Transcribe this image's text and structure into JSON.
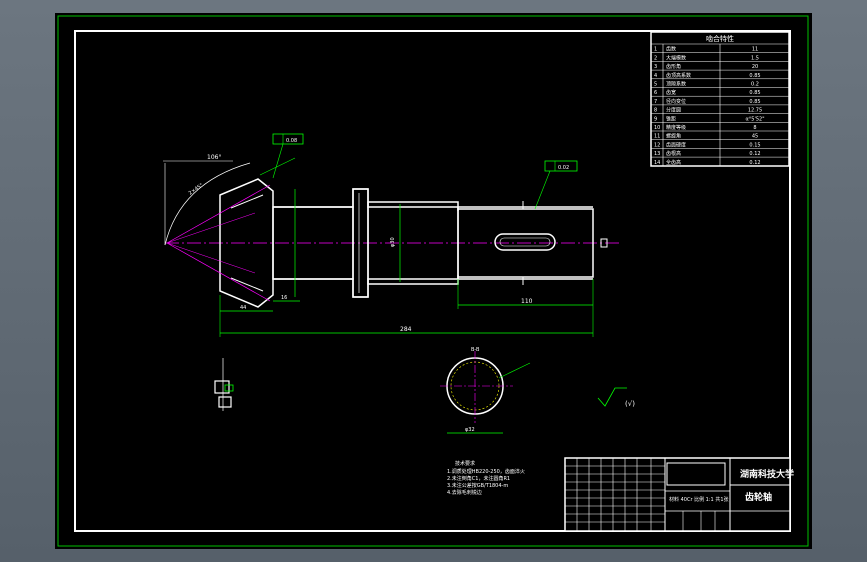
{
  "meshing_table": {
    "title": "啮合特性",
    "rows": [
      {
        "no": "1",
        "param": "齿数",
        "value": "11"
      },
      {
        "no": "2",
        "param": "大端模数",
        "value": "1.5"
      },
      {
        "no": "3",
        "param": "齿形角",
        "value": "20"
      },
      {
        "no": "4",
        "param": "齿顶高系数",
        "value": "0.85"
      },
      {
        "no": "5",
        "param": "顶隙系数",
        "value": "0.2"
      },
      {
        "no": "6",
        "param": "齿宽",
        "value": "0.85"
      },
      {
        "no": "7",
        "param": "径向变位",
        "value": "0.85"
      },
      {
        "no": "8",
        "param": "分度圆",
        "value": "12.75"
      },
      {
        "no": "9",
        "param": "锥距",
        "value": "α°5'52\""
      },
      {
        "no": "10",
        "param": "精度等级",
        "value": "8"
      },
      {
        "no": "11",
        "param": "螺旋角",
        "value": "45"
      },
      {
        "no": "12",
        "param": "齿面硬度",
        "value": "0.15"
      },
      {
        "no": "13",
        "param": "齿根高",
        "value": "0.12"
      },
      {
        "no": "14",
        "param": "全齿高",
        "value": "0.12"
      }
    ]
  },
  "dimensions": {
    "top_left": "106°",
    "flatness_left": "0.08",
    "flatness_right": "0.02",
    "overall_length": "284",
    "keyway_length": "110",
    "shoulder_length": "44",
    "step_length": "16",
    "diameter_mid": "φ30",
    "section_diameter": "φ32",
    "section_label": "B-B",
    "roughness_note": "(√)",
    "chamfer": "2×45°"
  },
  "notes": {
    "title": "技术要求",
    "lines": [
      "1.调质处理HB220-250，齿面淬火",
      "2.未注倒角C1，未注圆角R1",
      "3.未注公差按GB/T1804-m",
      "4.去除毛刺锐边"
    ]
  },
  "title_block": {
    "school": "湖南科技大学",
    "part_name": "齿轮轴",
    "drawing_info": "材料 40Cr 比例 1:1 共1张"
  },
  "colors": {
    "background": "#000000",
    "outline": "#ffffff",
    "dimension": "#00ff00",
    "centerline": "#ff00ff",
    "accent": "#ffff00",
    "frame": "#00c000"
  }
}
